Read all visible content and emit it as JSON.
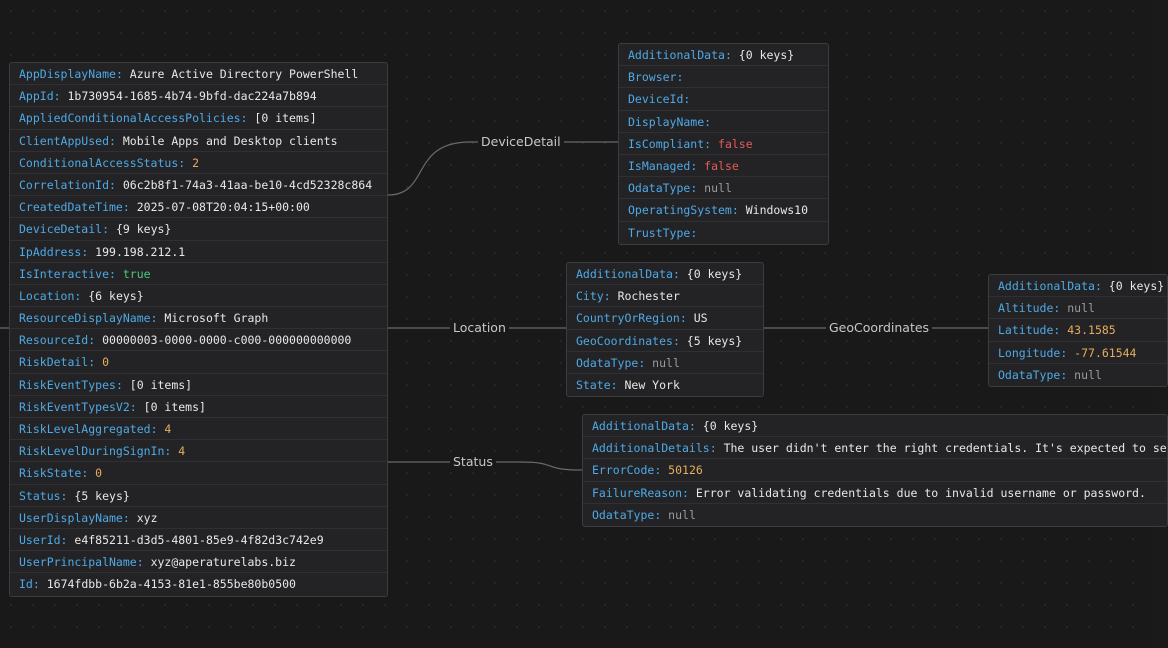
{
  "edges": {
    "device_detail": "DeviceDetail",
    "location": "Location",
    "geo_coordinates": "GeoCoordinates",
    "status": "Status"
  },
  "root": [
    {
      "key": "AppDisplayName",
      "value": "Azure Active Directory PowerShell",
      "type": "str"
    },
    {
      "key": "AppId",
      "value": "1b730954-1685-4b74-9bfd-dac224a7b894",
      "type": "str"
    },
    {
      "key": "AppliedConditionalAccessPolicies",
      "value": "[0 items]",
      "type": "obj"
    },
    {
      "key": "ClientAppUsed",
      "value": "Mobile Apps and Desktop clients",
      "type": "str"
    },
    {
      "key": "ConditionalAccessStatus",
      "value": "2",
      "type": "num"
    },
    {
      "key": "CorrelationId",
      "value": "06c2b8f1-74a3-41aa-be10-4cd52328c864",
      "type": "str"
    },
    {
      "key": "CreatedDateTime",
      "value": "2025-07-08T20:04:15+00:00",
      "type": "str"
    },
    {
      "key": "DeviceDetail",
      "value": "{9 keys}",
      "type": "obj"
    },
    {
      "key": "IpAddress",
      "value": "199.198.212.1",
      "type": "str"
    },
    {
      "key": "IsInteractive",
      "value": "true",
      "type": "true"
    },
    {
      "key": "Location",
      "value": "{6 keys}",
      "type": "obj"
    },
    {
      "key": "ResourceDisplayName",
      "value": "Microsoft Graph",
      "type": "str"
    },
    {
      "key": "ResourceId",
      "value": "00000003-0000-0000-c000-000000000000",
      "type": "str"
    },
    {
      "key": "RiskDetail",
      "value": "0",
      "type": "num"
    },
    {
      "key": "RiskEventTypes",
      "value": "[0 items]",
      "type": "obj"
    },
    {
      "key": "RiskEventTypesV2",
      "value": "[0 items]",
      "type": "obj"
    },
    {
      "key": "RiskLevelAggregated",
      "value": "4",
      "type": "num"
    },
    {
      "key": "RiskLevelDuringSignIn",
      "value": "4",
      "type": "num"
    },
    {
      "key": "RiskState",
      "value": "0",
      "type": "num"
    },
    {
      "key": "Status",
      "value": "{5 keys}",
      "type": "obj"
    },
    {
      "key": "UserDisplayName",
      "value": "xyz",
      "type": "str"
    },
    {
      "key": "UserId",
      "value": "e4f85211-d3d5-4801-85e9-4f82d3c742e9",
      "type": "str"
    },
    {
      "key": "UserPrincipalName",
      "value": "xyz@aperaturelabs.biz",
      "type": "str"
    },
    {
      "key": "Id",
      "value": "1674fdbb-6b2a-4153-81e1-855be80b0500",
      "type": "str"
    }
  ],
  "device_detail": [
    {
      "key": "AdditionalData",
      "value": "{0 keys}",
      "type": "obj"
    },
    {
      "key": "Browser",
      "value": "",
      "type": "str"
    },
    {
      "key": "DeviceId",
      "value": "",
      "type": "str"
    },
    {
      "key": "DisplayName",
      "value": "",
      "type": "str"
    },
    {
      "key": "IsCompliant",
      "value": "false",
      "type": "false"
    },
    {
      "key": "IsManaged",
      "value": "false",
      "type": "false"
    },
    {
      "key": "OdataType",
      "value": "null",
      "type": "null"
    },
    {
      "key": "OperatingSystem",
      "value": "Windows10",
      "type": "str"
    },
    {
      "key": "TrustType",
      "value": "",
      "type": "str"
    }
  ],
  "location": [
    {
      "key": "AdditionalData",
      "value": "{0 keys}",
      "type": "obj"
    },
    {
      "key": "City",
      "value": "Rochester",
      "type": "str"
    },
    {
      "key": "CountryOrRegion",
      "value": "US",
      "type": "str"
    },
    {
      "key": "GeoCoordinates",
      "value": "{5 keys}",
      "type": "obj"
    },
    {
      "key": "OdataType",
      "value": "null",
      "type": "null"
    },
    {
      "key": "State",
      "value": "New York",
      "type": "str"
    }
  ],
  "geo_coordinates": [
    {
      "key": "AdditionalData",
      "value": "{0 keys}",
      "type": "obj"
    },
    {
      "key": "Altitude",
      "value": "null",
      "type": "null"
    },
    {
      "key": "Latitude",
      "value": "43.1585",
      "type": "num"
    },
    {
      "key": "Longitude",
      "value": "-77.61544",
      "type": "num"
    },
    {
      "key": "OdataType",
      "value": "null",
      "type": "null"
    }
  ],
  "status": [
    {
      "key": "AdditionalData",
      "value": "{0 keys}",
      "type": "obj"
    },
    {
      "key": "AdditionalDetails",
      "value": "The user didn't enter the right credentials.  It's expected to se",
      "type": "str"
    },
    {
      "key": "ErrorCode",
      "value": "50126",
      "type": "num"
    },
    {
      "key": "FailureReason",
      "value": "Error validating credentials due to invalid username or password.",
      "type": "str"
    },
    {
      "key": "OdataType",
      "value": "null",
      "type": "null"
    }
  ],
  "colors": {
    "background": "#19191a",
    "node_bg": "#232325",
    "key": "#4ea9e6",
    "number": "#e6ad5c",
    "true": "#4cc97a",
    "false": "#e55a57",
    "null": "#9a9a9a",
    "edge": "#6a6a6e"
  }
}
